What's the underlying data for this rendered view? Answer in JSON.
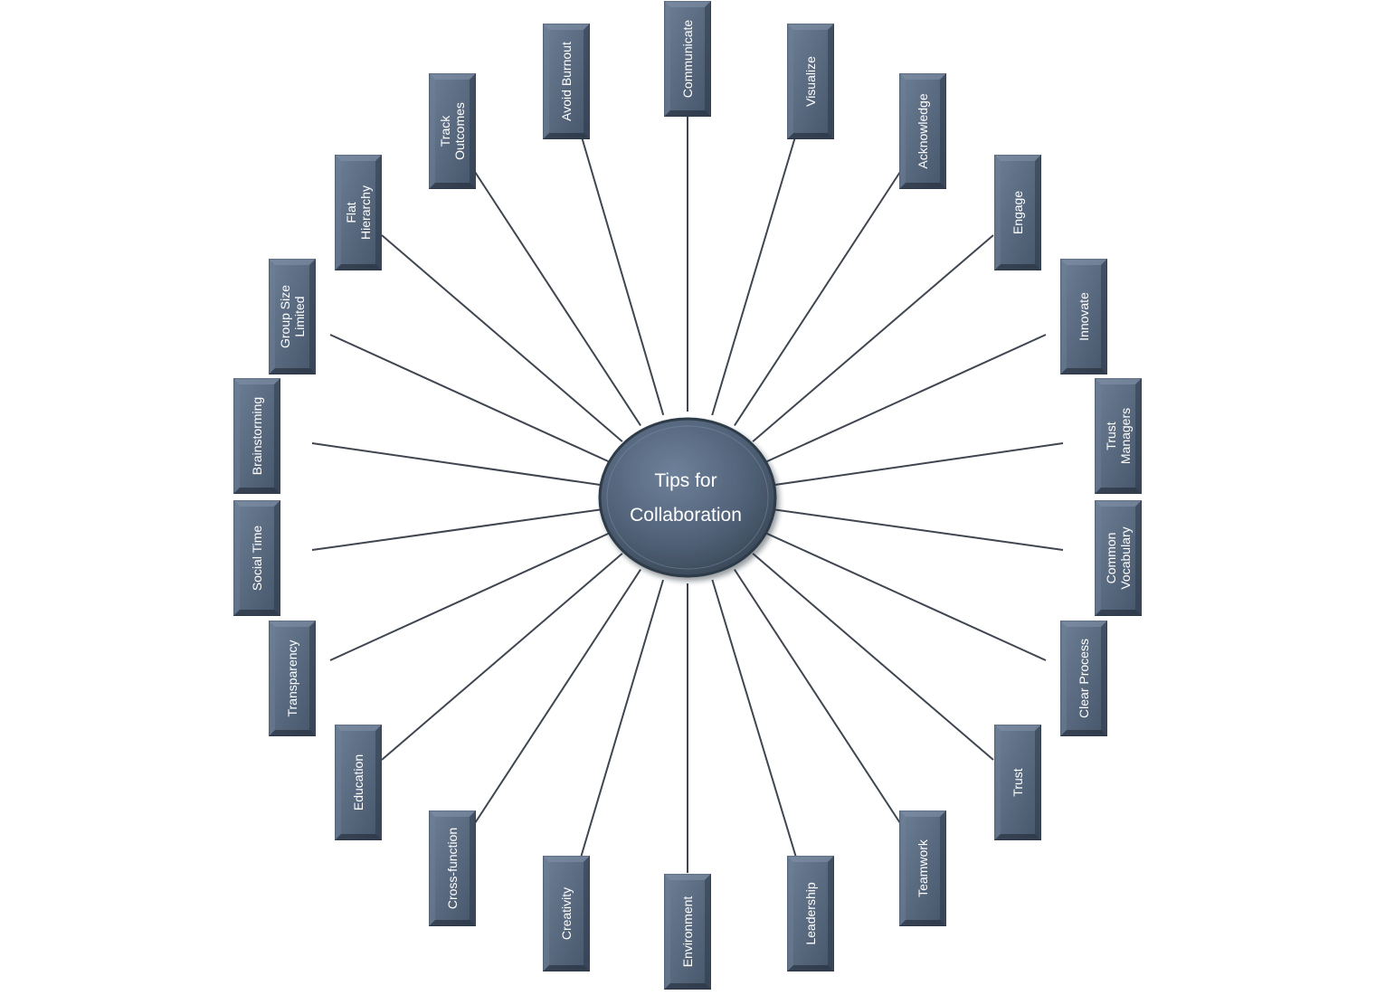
{
  "center": {
    "lines": [
      "Tips for",
      "Collaboration"
    ]
  },
  "nodes": [
    {
      "id": "communicate",
      "lines": [
        "Communicate"
      ]
    },
    {
      "id": "visualize",
      "lines": [
        "Visualize"
      ]
    },
    {
      "id": "acknowledge",
      "lines": [
        "Acknowledge"
      ]
    },
    {
      "id": "engage",
      "lines": [
        "Engage"
      ]
    },
    {
      "id": "innovate",
      "lines": [
        "Innovate"
      ]
    },
    {
      "id": "trust-managers",
      "lines": [
        "Trust",
        "Managers"
      ]
    },
    {
      "id": "common-vocabulary",
      "lines": [
        "Common",
        "Vocabulary"
      ]
    },
    {
      "id": "clear-process",
      "lines": [
        "Clear Process"
      ]
    },
    {
      "id": "trust",
      "lines": [
        "Trust"
      ]
    },
    {
      "id": "teamwork",
      "lines": [
        "Teamwork"
      ]
    },
    {
      "id": "leadership",
      "lines": [
        "Leadership"
      ]
    },
    {
      "id": "environment",
      "lines": [
        "Environment"
      ]
    },
    {
      "id": "creativity",
      "lines": [
        "Creativity"
      ]
    },
    {
      "id": "cross-function",
      "lines": [
        "Cross-function"
      ]
    },
    {
      "id": "education",
      "lines": [
        "Education"
      ]
    },
    {
      "id": "transparency",
      "lines": [
        "Transparency"
      ]
    },
    {
      "id": "social-time",
      "lines": [
        "Social Time"
      ]
    },
    {
      "id": "brainstorming",
      "lines": [
        "Brainstorming"
      ]
    },
    {
      "id": "group-size-limited",
      "lines": [
        "Group Size",
        "Limited"
      ]
    },
    {
      "id": "flat-hierarchy",
      "lines": [
        "Flat",
        "Hierarchy"
      ]
    },
    {
      "id": "track-outcomes",
      "lines": [
        "Track",
        "Outcomes"
      ]
    },
    {
      "id": "avoid-burnout",
      "lines": [
        "Avoid Burnout"
      ]
    }
  ],
  "colors": {
    "node_face_top": "#6d7f95",
    "node_face_bottom": "#45556a",
    "center_fill": "#4f6076",
    "spoke": "#3f4650"
  }
}
